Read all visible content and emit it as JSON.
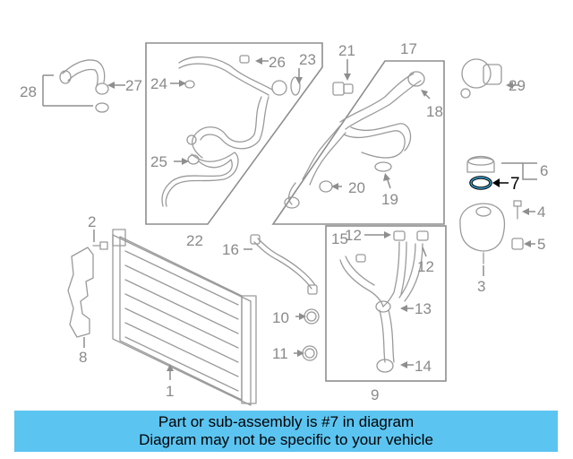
{
  "callouts": {
    "c1": "1",
    "c2": "2",
    "c3": "3",
    "c4": "4",
    "c5": "5",
    "c6": "6",
    "c7": "7",
    "c8": "8",
    "c9": "9",
    "c10": "10",
    "c11": "11",
    "c12a": "12",
    "c12b": "12",
    "c13": "13",
    "c14": "14",
    "c15": "15",
    "c16": "16",
    "c17": "17",
    "c18": "18",
    "c19": "19",
    "c20": "20",
    "c21": "21",
    "c22": "22",
    "c23": "23",
    "c24": "24",
    "c25": "25",
    "c26": "26",
    "c27": "27",
    "c28": "28",
    "c29": "29"
  },
  "highlight_part": "7",
  "banner": {
    "line1": "Part or sub-assembly is #7 in diagram",
    "line2": "Diagram may not be specific to your vehicle"
  },
  "colors": {
    "banner_bg": "#5bc4f1",
    "highlight_ring": "#3aa6d8",
    "line_gray": "#8e8e8e"
  }
}
